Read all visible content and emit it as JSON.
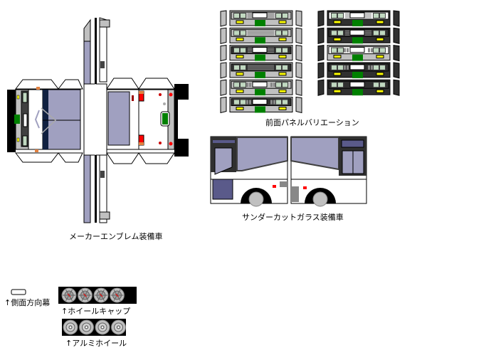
{
  "captions": {
    "front_panel_variations": "前面パネルバリエーション",
    "thunder_cut_glass": "サンダーカットガラス装備車",
    "maker_emblem": "メーカーエンブレム装備車",
    "side_destination_sign": "↑側面方向幕",
    "wheel_cap": "↑ホイールキャップ",
    "alloy_wheel": "↑アルミホイール"
  },
  "colors": {
    "window_glass": "#a0a0c0",
    "dark_glass": "#5a5a8a",
    "panel_grey": "#c0c0c0",
    "sign_green": "#008000",
    "lamp_red": "#ff0000",
    "lamp_orange": "#e08040",
    "lamp_yellow": "#ffff00"
  },
  "panel_variants_left": [
    {
      "body": "#c0c0c0",
      "band": "#c0c0c0",
      "center": "lines-white"
    },
    {
      "body": "#c0c0c0",
      "band": "#c0c0c0",
      "center": "lines"
    },
    {
      "body": "#c0c0c0",
      "band": "#303030",
      "center": "lines-white"
    },
    {
      "body": "#c0c0c0",
      "band": "#303030",
      "center": "lines"
    },
    {
      "body": "#c0c0c0",
      "band": "#c0c0c0",
      "center": "bars-white"
    },
    {
      "body": "#c0c0c0",
      "band": "#303030",
      "center": "bars-white"
    }
  ],
  "panel_variants_right": [
    {
      "body": "#303030",
      "band": "#ffffff",
      "center": "lines-white"
    },
    {
      "body": "#303030",
      "band": "#303030",
      "center": "lines-white"
    },
    {
      "body": "#c0c0c0",
      "band": "#ffffff",
      "center": "bars-white"
    },
    {
      "body": "#303030",
      "band": "#303030",
      "center": "bars-white"
    },
    {
      "body": "#303030",
      "band": "#303030",
      "center": "white"
    }
  ]
}
